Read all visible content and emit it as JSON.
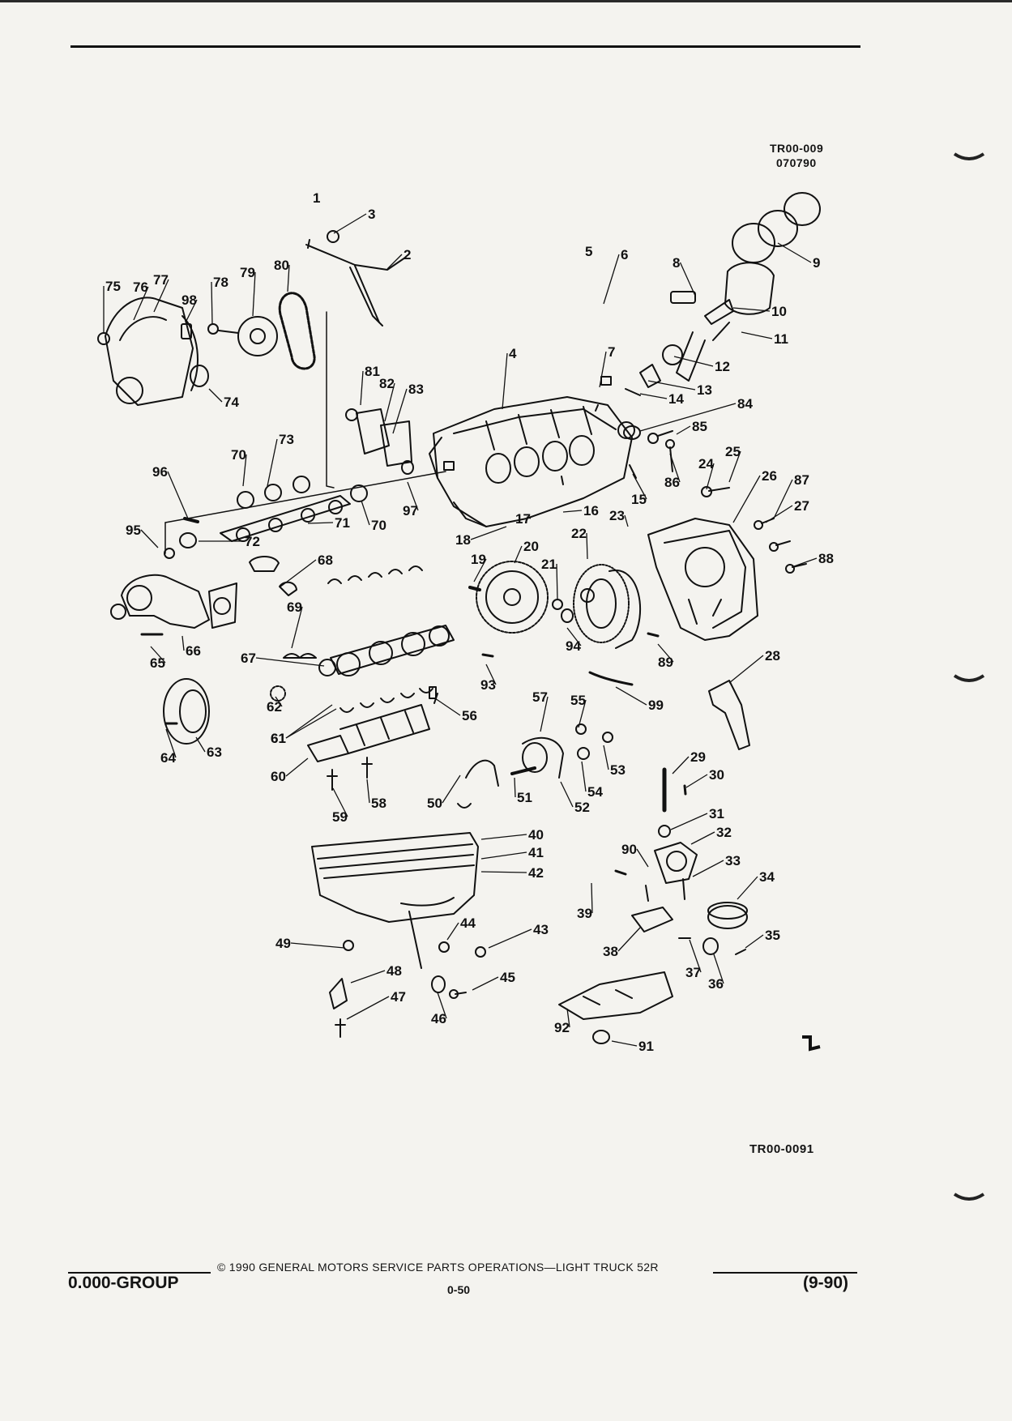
{
  "header": {
    "ref_code": "TR00-009",
    "ref_date": "070790"
  },
  "diagram": {
    "callouts": [
      "1",
      "2",
      "3",
      "4",
      "5",
      "6",
      "7",
      "8",
      "9",
      "10",
      "11",
      "12",
      "13",
      "14",
      "15",
      "16",
      "17",
      "18",
      "19",
      "20",
      "21",
      "22",
      "23",
      "24",
      "25",
      "26",
      "27",
      "28",
      "29",
      "30",
      "31",
      "32",
      "33",
      "34",
      "35",
      "36",
      "37",
      "38",
      "39",
      "40",
      "41",
      "42",
      "43",
      "44",
      "45",
      "46",
      "47",
      "48",
      "49",
      "50",
      "51",
      "52",
      "53",
      "54",
      "55",
      "56",
      "57",
      "58",
      "59",
      "60",
      "61",
      "61",
      "62",
      "63",
      "64",
      "65",
      "66",
      "67",
      "68",
      "69",
      "70",
      "70",
      "71",
      "72",
      "73",
      "74",
      "75",
      "76",
      "77",
      "78",
      "79",
      "80",
      "81",
      "82",
      "83",
      "84",
      "85",
      "86",
      "87",
      "88",
      "89",
      "90",
      "91",
      "92",
      "93",
      "94",
      "95",
      "96",
      "97",
      "98",
      "99"
    ],
    "bottom_ref_code": "TR00-0091"
  },
  "footer": {
    "copyright": "© 1990 GENERAL MOTORS SERVICE PARTS OPERATIONS—LIGHT TRUCK 52R",
    "group": "0.000-GROUP",
    "page": "0-50",
    "date": "(9-90)"
  },
  "colors": {
    "ink": "#141414",
    "paper": "#f4f3ef"
  }
}
